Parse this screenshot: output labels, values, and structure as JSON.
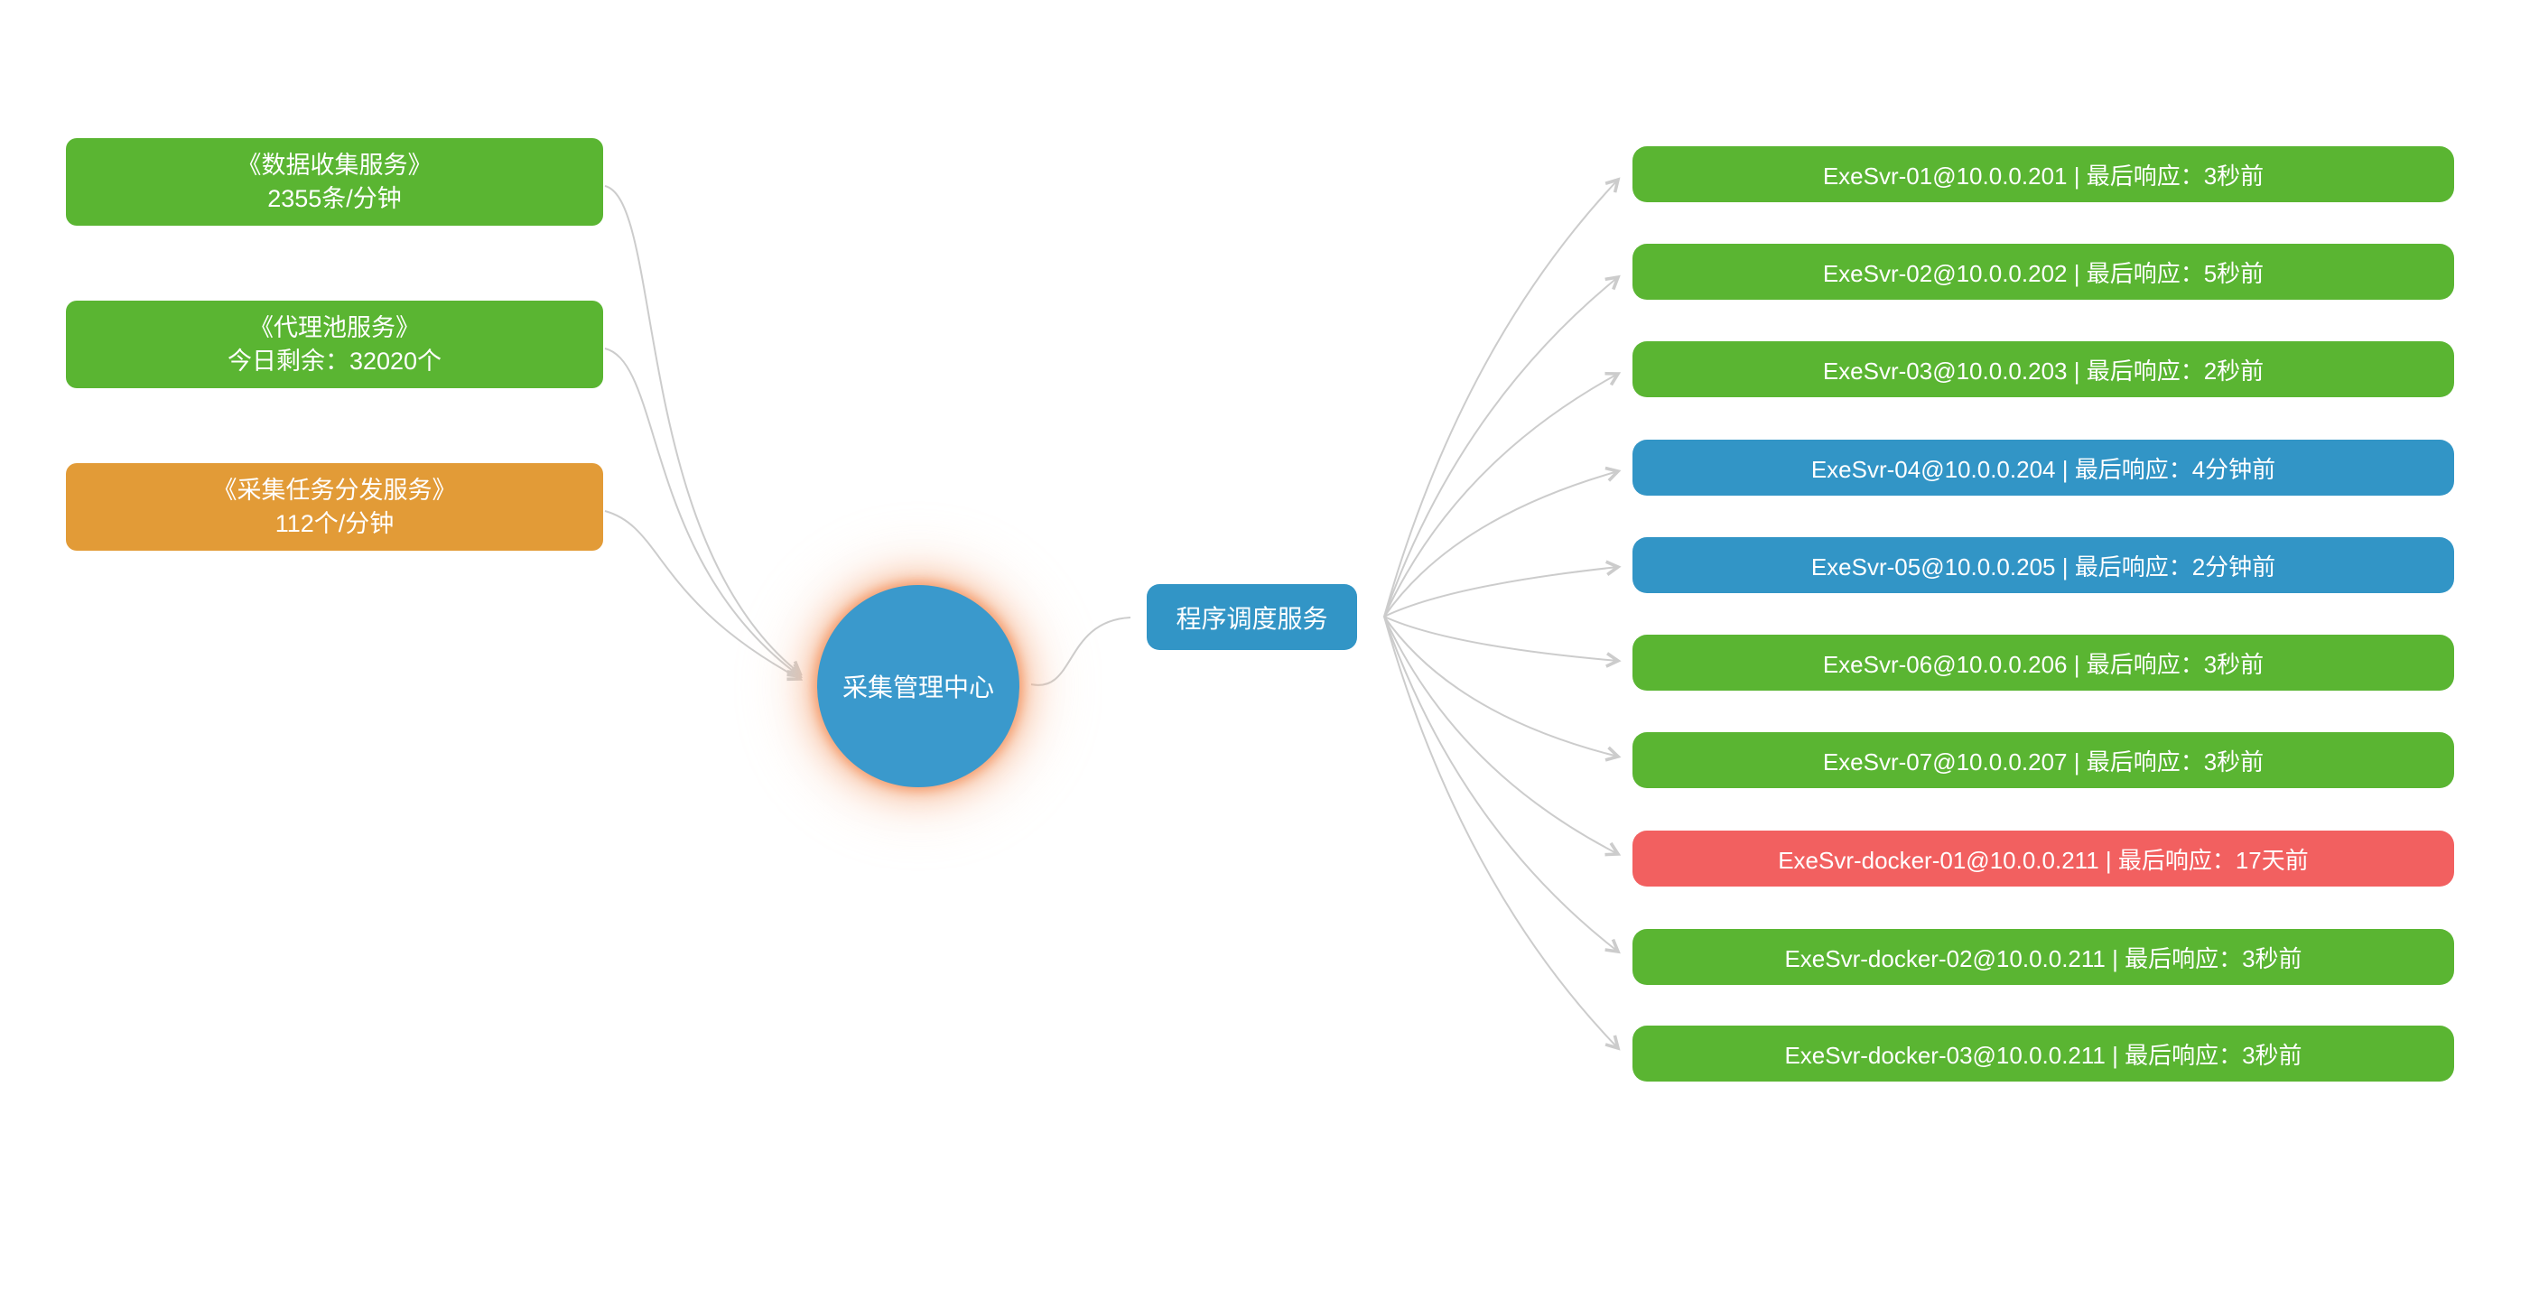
{
  "colors": {
    "green": "#5ab532",
    "orange": "#e29b37",
    "blue": "#3295c6",
    "red": "#f26060",
    "circle_blue": "#3a99cc",
    "connector": "#cccccc"
  },
  "left_nodes": [
    {
      "title": "《数据收集服务》",
      "value": "2355条/分钟",
      "color": "green"
    },
    {
      "title": "《代理池服务》",
      "value": "今日剩余：32020个",
      "color": "green"
    },
    {
      "title": "《采集任务分发服务》",
      "value": "112个/分钟",
      "color": "orange"
    }
  ],
  "center": {
    "label": "采集管理中心"
  },
  "scheduler": {
    "label": "程序调度服务"
  },
  "servers": [
    {
      "label": "ExeSvr-01@10.0.0.201 | 最后响应：3秒前",
      "color": "green"
    },
    {
      "label": "ExeSvr-02@10.0.0.202 | 最后响应：5秒前",
      "color": "green"
    },
    {
      "label": "ExeSvr-03@10.0.0.203 | 最后响应：2秒前",
      "color": "green"
    },
    {
      "label": "ExeSvr-04@10.0.0.204 | 最后响应：4分钟前",
      "color": "blue"
    },
    {
      "label": "ExeSvr-05@10.0.0.205 | 最后响应：2分钟前",
      "color": "blue"
    },
    {
      "label": "ExeSvr-06@10.0.0.206 | 最后响应：3秒前",
      "color": "green"
    },
    {
      "label": "ExeSvr-07@10.0.0.207 | 最后响应：3秒前",
      "color": "green"
    },
    {
      "label": "ExeSvr-docker-01@10.0.0.211 | 最后响应：17天前",
      "color": "red"
    },
    {
      "label": "ExeSvr-docker-02@10.0.0.211 | 最后响应：3秒前",
      "color": "green"
    },
    {
      "label": "ExeSvr-docker-03@10.0.0.211 | 最后响应：3秒前",
      "color": "green"
    }
  ]
}
